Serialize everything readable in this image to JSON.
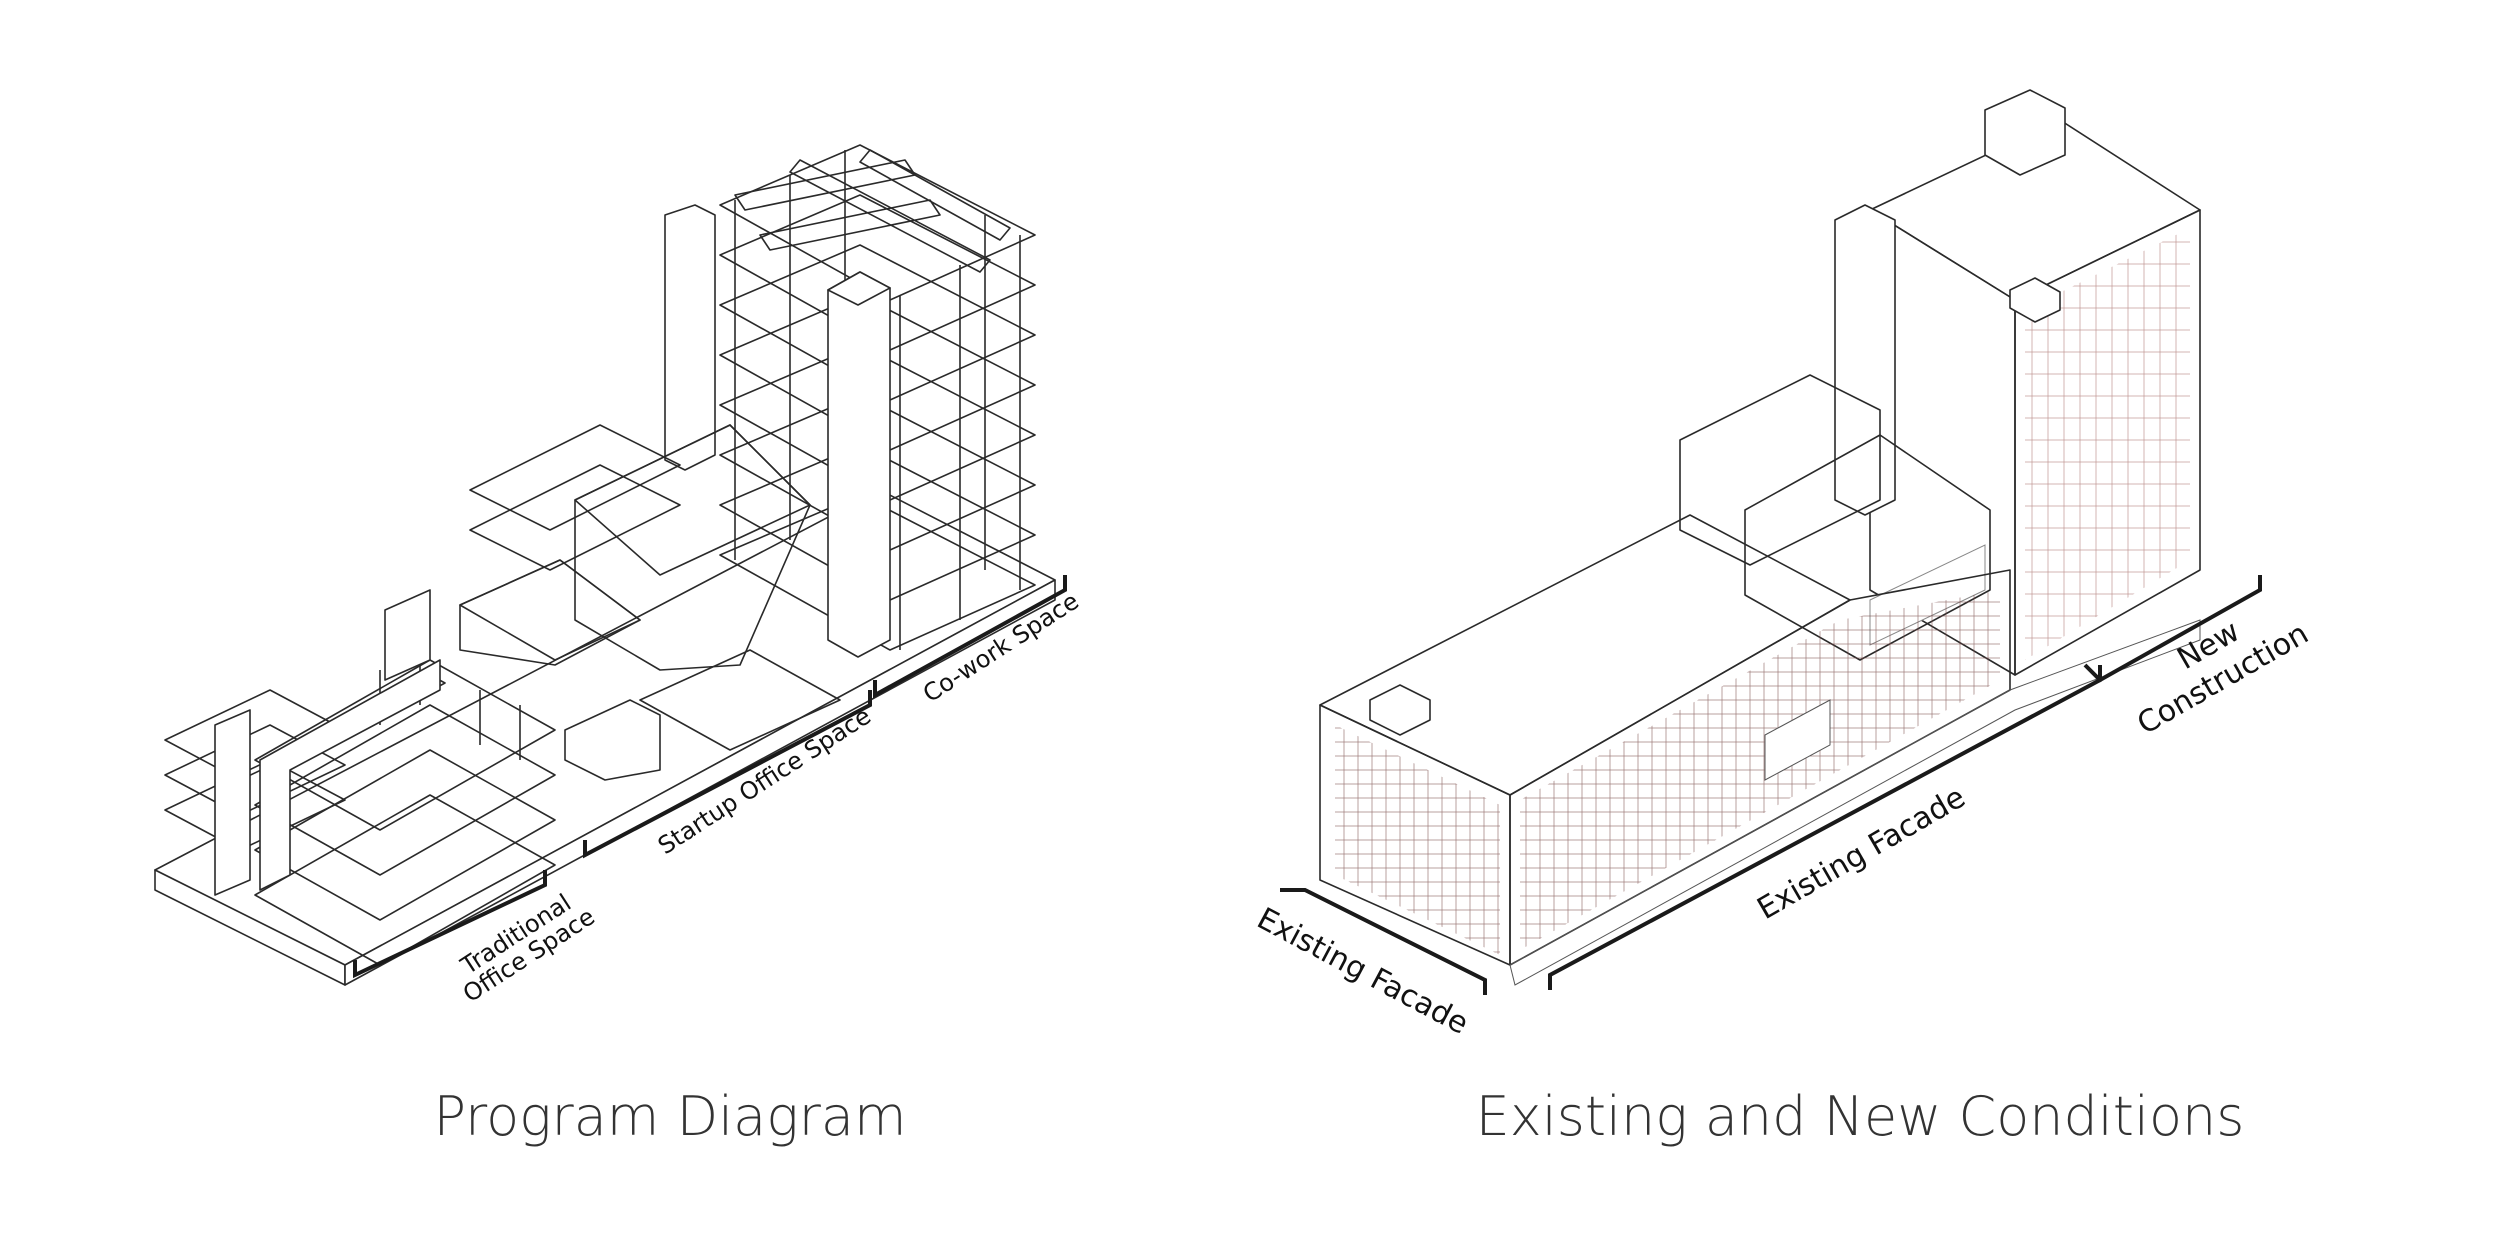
{
  "panels": {
    "left": {
      "title": "Program Diagram",
      "labels": {
        "traditional_line1": "Traditional",
        "traditional_line2": "Office Space",
        "startup": "Startup Office Space",
        "cowork": "Co-work Space"
      },
      "colors": {
        "dark_teal": "#3c9e9e",
        "mid_teal": "#a8d3d3",
        "light_teal": "#ddeeee"
      }
    },
    "right": {
      "title": "Existing and New Conditions",
      "labels": {
        "facade_short": "Existing Facade",
        "facade_long": "Existing Facade",
        "new_line1": "New",
        "new_line2": "Construction"
      },
      "colors": {
        "existing": "#eeaaa4",
        "new": "#f8ddd9",
        "new_light": "#f9e7e4"
      }
    }
  }
}
